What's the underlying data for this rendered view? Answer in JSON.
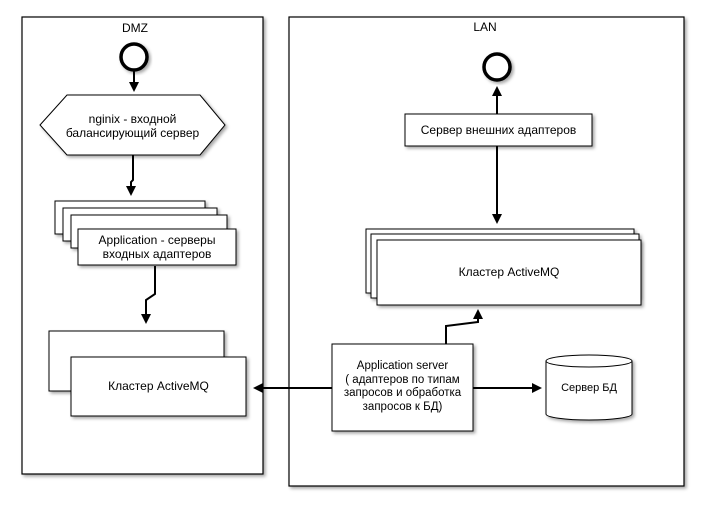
{
  "colors": {
    "line": "#000000",
    "fill": "#ffffff",
    "shadow": "#9a9a9a"
  },
  "zones": {
    "dmz_label": "DMZ",
    "lan_label": "LAN"
  },
  "nodes": {
    "nginx": "nginix - входной\nбалансирующий сервер",
    "app_servers": "Application - серверы\nвходных адаптеров",
    "dmz_activemq": "Кластер ActiveMQ",
    "ext_adapters": "Сервер внешних адаптеров",
    "lan_activemq": "Кластер ActiveMQ",
    "app_server": "Application server\n( адаптеров по типам\nзапросов и обработка\nзапросов к БД)",
    "db_server": "Сервер БД"
  }
}
